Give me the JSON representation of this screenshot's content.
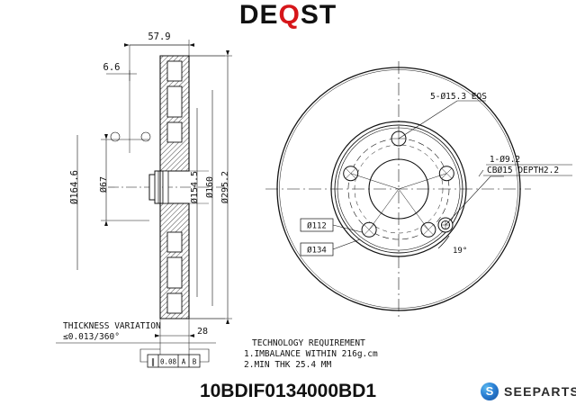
{
  "brand": {
    "name_part1": "DE",
    "name_q": "Q",
    "name_part2": "ST"
  },
  "part_number": "10BDIF0134000BD1",
  "vendor": {
    "name": "SEEPARTS",
    "mark_letter": "S",
    "mark_color": "#2a7fd4"
  },
  "section_view": {
    "dim_width_overall": "57.9",
    "dim_hat_height": "6.6",
    "dim_outer_diameter": "Ø164.6",
    "dim_center_bore": "Ø67",
    "dim_inner_face": "Ø154.5",
    "dim_mid": "Ø160",
    "dim_disc_diameter": "Ø295.2",
    "dim_disc_thickness": "28",
    "datum_a": "A",
    "datum_b": "B",
    "thickness_variation_label": "THICKNESS VARIATION",
    "thickness_variation_value": "≤0.013/360°",
    "fcf_symbol": "∥",
    "fcf_tolerance": "0.08",
    "fcf_datum_primary": "A",
    "fcf_datum_secondary": "B"
  },
  "face_view": {
    "bolt_hole_note": "5-Ø15.3 EQS",
    "pilot_hole_note_line1": "1-Ø9.2",
    "pilot_hole_note_line2": "CBØ15 DEPTH2.2",
    "bolt_circle_label": "Ø112",
    "outer_ring_label": "Ø134",
    "angle_label": "19°"
  },
  "technology_requirement": {
    "title": "TECHNOLOGY REQUIREMENT",
    "items": [
      "1.IMBALANCE WITHIN 216g.cm",
      "2.MIN THK 25.4 MM"
    ],
    "item_0": "1.IMBALANCE WITHIN 216g.cm",
    "item_1": "2.MIN THK 25.4 MM"
  }
}
